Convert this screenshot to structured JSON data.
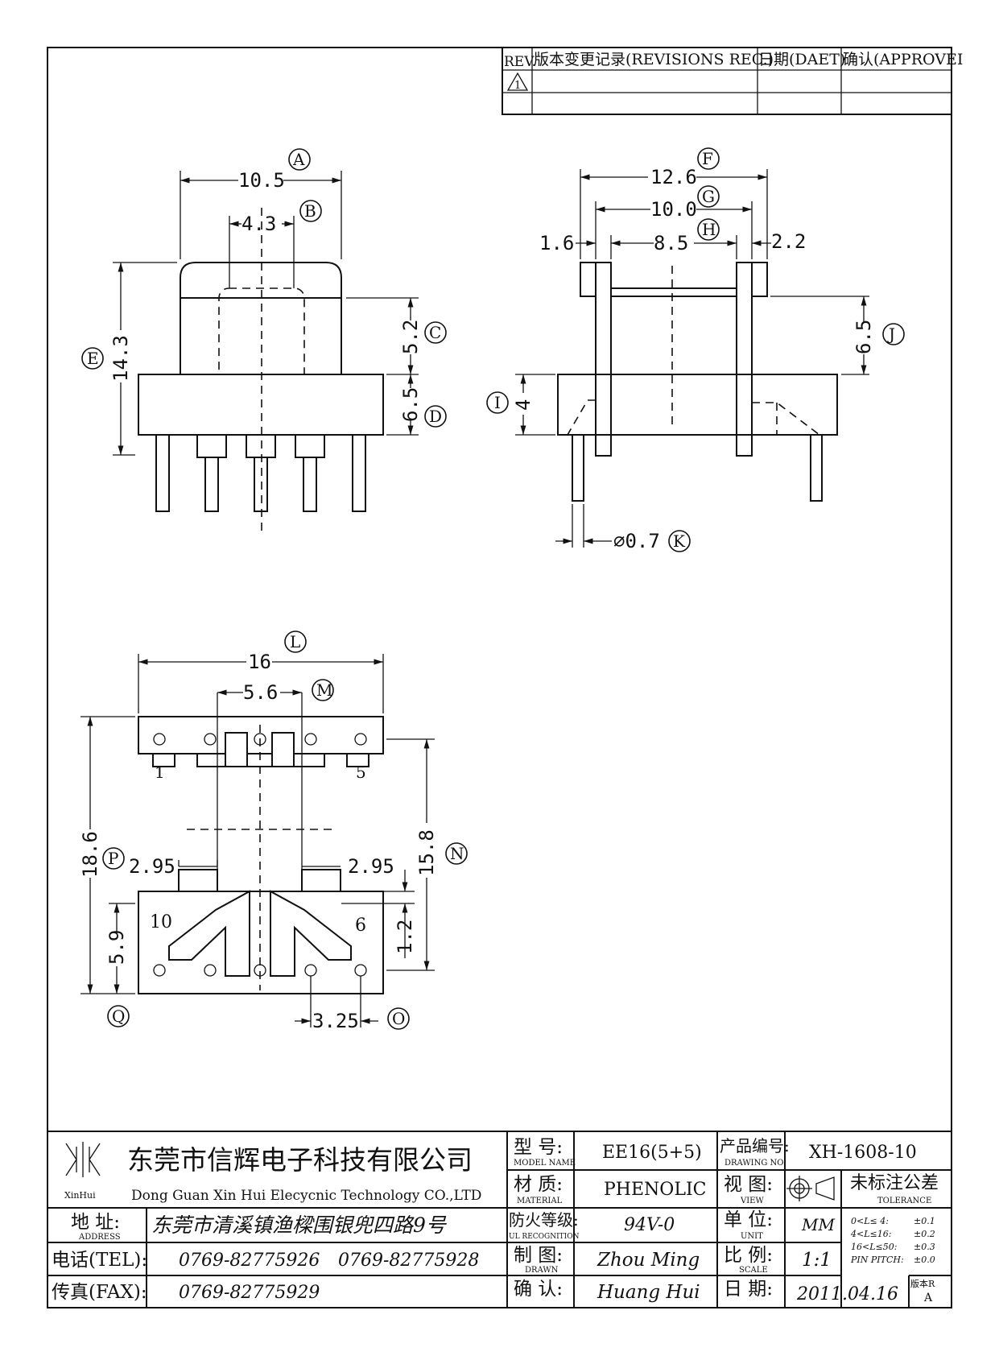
{
  "revision_table": {
    "headers": [
      "REV.",
      "版本变更记录(REVISIONS REC.)",
      "日期(DAET)",
      "确认(APPROVEI"
    ],
    "rev_mark": "1"
  },
  "dimensions": {
    "a": "10.5",
    "b": "4.3",
    "c": "5.2",
    "d": "6.5",
    "e": "14.3",
    "f": "12.6",
    "g": "10.0",
    "h": "8.5",
    "h_left": "1.6",
    "h_right": "2.2",
    "j": "6.5",
    "i": "4",
    "k": "⌀0.7",
    "l": "16",
    "m": "5.6",
    "n": "15.8",
    "p": "18.6",
    "p_left": "2.95",
    "p_right": "2.95",
    "q": "5.9",
    "o": "3.25",
    "height_1_2": "1.2"
  },
  "callouts": [
    "A",
    "B",
    "C",
    "D",
    "E",
    "F",
    "G",
    "H",
    "I",
    "J",
    "K",
    "L",
    "M",
    "N",
    "O",
    "P",
    "Q"
  ],
  "pin_labels": {
    "pin1": "1",
    "pin5": "5",
    "pin10": "10",
    "pin6": "6"
  },
  "title_block": {
    "logo_text": "XinHui",
    "company_cn": "东莞市信辉电子科技有限公司",
    "company_en": "Dong Guan Xin Hui Elecycnic Technology CO.,LTD",
    "address_label": "地  址:",
    "address_label_en": "ADDRESS",
    "address_value": "东莞市清溪镇渔樑围银兜四路9号",
    "tel_label": "电话(TEL):",
    "tel_value_1": "0769-82775926",
    "tel_value_2": "0769-82775928",
    "fax_label": "传真(FAX):",
    "fax_value": "0769-82775929",
    "model_label": "型  号:",
    "model_label_en": "MODEL NAME",
    "model_value": "EE16(5+5)",
    "material_label": "材  质:",
    "material_label_en": "MATERIAL",
    "material_value": "PHENOLIC",
    "ul_label": "防火等级:",
    "ul_label_en": "UL RECOGNITION",
    "ul_value": "94V-0",
    "drawn_label": "制  图:",
    "drawn_label_en": "DRAWN",
    "drawn_value": "Zhou Ming",
    "confirm_label": "确  认:",
    "confirm_value": "Huang Hui",
    "drawing_no_label": "产品编号:",
    "drawing_no_label_en": "DRAWING NO.",
    "drawing_no_value": "XH-1608-10",
    "view_label": "视  图:",
    "view_label_en": "VIEW",
    "tolerance_label": "未标注公差",
    "tolerance_label_en": "TOLERANCE",
    "unit_label": "单  位:",
    "unit_label_en": "UNIT",
    "unit_value": "MM",
    "scale_label": "比  例:",
    "scale_label_en": "SCALE",
    "scale_value": "1:1",
    "date_label": "日  期:",
    "date_value": "2011.04.16",
    "version_label": "版本R",
    "version_value": "A",
    "tolerance_rows": [
      {
        "range": "0<L≤ 4:",
        "value": "±0.1"
      },
      {
        "range": "4<L≤16:",
        "value": "±0.2"
      },
      {
        "range": "16<L≤50:",
        "value": "±0.3"
      },
      {
        "range": "PIN PITCH:",
        "value": "±0.0"
      }
    ]
  }
}
